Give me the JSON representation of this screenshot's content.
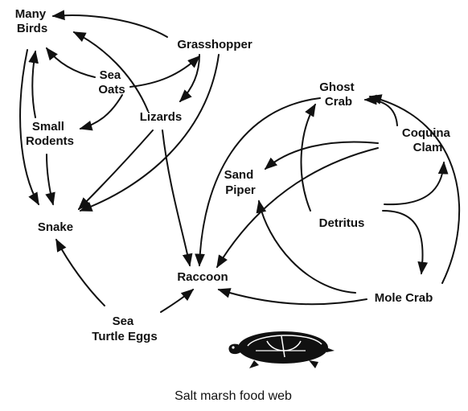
{
  "caption": "Salt marsh food web",
  "nodes": {
    "many_birds": [
      "Many",
      "Birds"
    ],
    "grasshopper": [
      "Grasshopper"
    ],
    "sea_oats": [
      "Sea",
      "Oats"
    ],
    "lizards": [
      "Lizards"
    ],
    "small_rodents": [
      "Small",
      "Rodents"
    ],
    "snake": [
      "Snake"
    ],
    "raccoon": [
      "Raccoon"
    ],
    "sea_turtle_eggs": [
      "Sea",
      "Turtle Eggs"
    ],
    "ghost_crab": [
      "Ghost",
      "Crab"
    ],
    "coquina_clam": [
      "Coquina",
      "Clam"
    ],
    "sand_piper": [
      "Sand",
      "Piper"
    ],
    "detritus": [
      "Detritus"
    ],
    "mole_crab": [
      "Mole Crab"
    ]
  },
  "edges": [
    [
      "grasshopper",
      "many_birds"
    ],
    [
      "lizards",
      "many_birds"
    ],
    [
      "sea_oats",
      "many_birds"
    ],
    [
      "sea_oats",
      "grasshopper"
    ],
    [
      "sea_oats",
      "small_rodents"
    ],
    [
      "grasshopper",
      "lizards"
    ],
    [
      "grasshopper",
      "snake"
    ],
    [
      "lizards",
      "snake"
    ],
    [
      "lizards",
      "raccoon"
    ],
    [
      "small_rodents",
      "snake"
    ],
    [
      "many_birds",
      "snake"
    ],
    [
      "small_rodents",
      "many_birds"
    ],
    [
      "sea_turtle_eggs",
      "snake"
    ],
    [
      "sea_turtle_eggs",
      "raccoon"
    ],
    [
      "ghost_crab",
      "raccoon"
    ],
    [
      "detritus",
      "ghost_crab"
    ],
    [
      "coquina_clam",
      "ghost_crab"
    ],
    [
      "coquina_clam",
      "sand_piper"
    ],
    [
      "detritus",
      "coquina_clam"
    ],
    [
      "detritus",
      "mole_crab"
    ],
    [
      "mole_crab",
      "ghost_crab"
    ],
    [
      "mole_crab",
      "raccoon"
    ],
    [
      "mole_crab",
      "sand_piper"
    ],
    [
      "coquina_clam",
      "raccoon"
    ]
  ],
  "icon": "turtle-icon"
}
